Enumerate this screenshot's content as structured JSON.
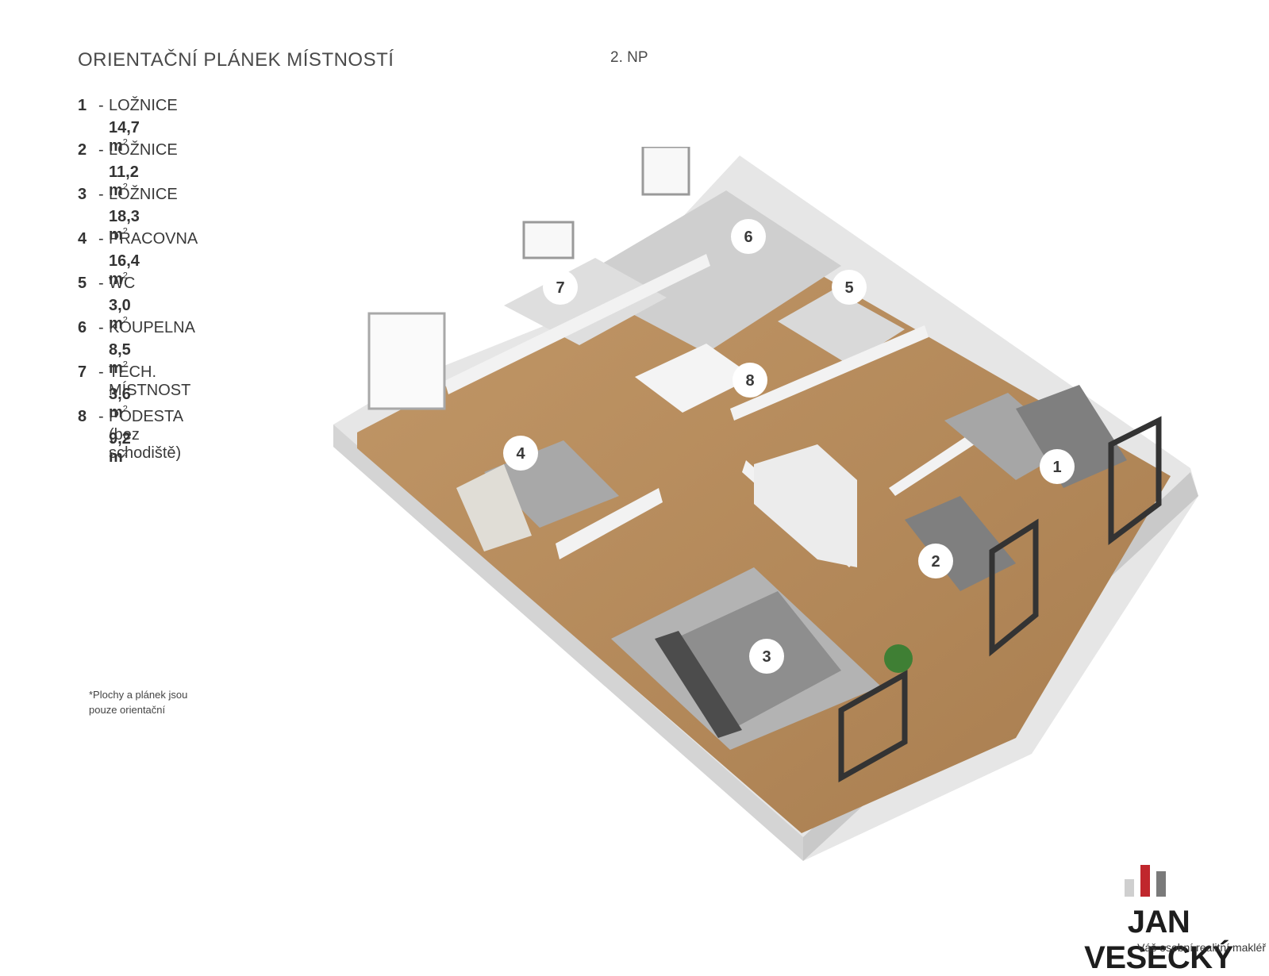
{
  "title": "ORIENTAČNÍ PLÁNEK MÍSTNOSTÍ",
  "floor": "2. NP",
  "rooms": [
    {
      "num": "1",
      "dash": "-",
      "name": "LOŽNICE",
      "area": "14,7 m",
      "unit_sup": "2"
    },
    {
      "num": "2",
      "dash": "-",
      "name": "LOŽNICE",
      "area": "11,2 m",
      "unit_sup": "2"
    },
    {
      "num": "3",
      "dash": "-",
      "name": "LOŽNICE",
      "area": "18,3 m",
      "unit_sup": "2"
    },
    {
      "num": "4",
      "dash": "-",
      "name": "PRACOVNA",
      "area": "16,4 m",
      "unit_sup": "2"
    },
    {
      "num": "5",
      "dash": "-",
      "name": "WC",
      "area": "3,0 m",
      "unit_sup": "2"
    },
    {
      "num": "6",
      "dash": "-",
      "name": "KOUPELNA",
      "area": "8,5 m",
      "unit_sup": "2"
    },
    {
      "num": "7",
      "dash": "-",
      "name": "TECH. MÍSTNOST",
      "area": "3,6 m",
      "unit_sup": "2"
    },
    {
      "num": "8",
      "dash": "-",
      "name": "PODESTA (bez schodiště)",
      "area": "9,2 m",
      "unit_sup": "2"
    }
  ],
  "note": {
    "line1": "*Plochy  a plánek jsou",
    "line2": "pouze orientační"
  },
  "markers": [
    "1",
    "2",
    "3",
    "4",
    "5",
    "6",
    "7",
    "8"
  ],
  "brand": {
    "name": "JAN VESECKÝ",
    "tagline": "Váš osobní realitní makléř",
    "bar_colors": [
      "#cfcfcf",
      "#c0272d",
      "#7a7a7a"
    ]
  },
  "colors": {
    "floor_wood": "#b5895a",
    "wall": "#eeeeee",
    "rug": "#a9a9a9",
    "marker_bg": "#ffffff"
  }
}
